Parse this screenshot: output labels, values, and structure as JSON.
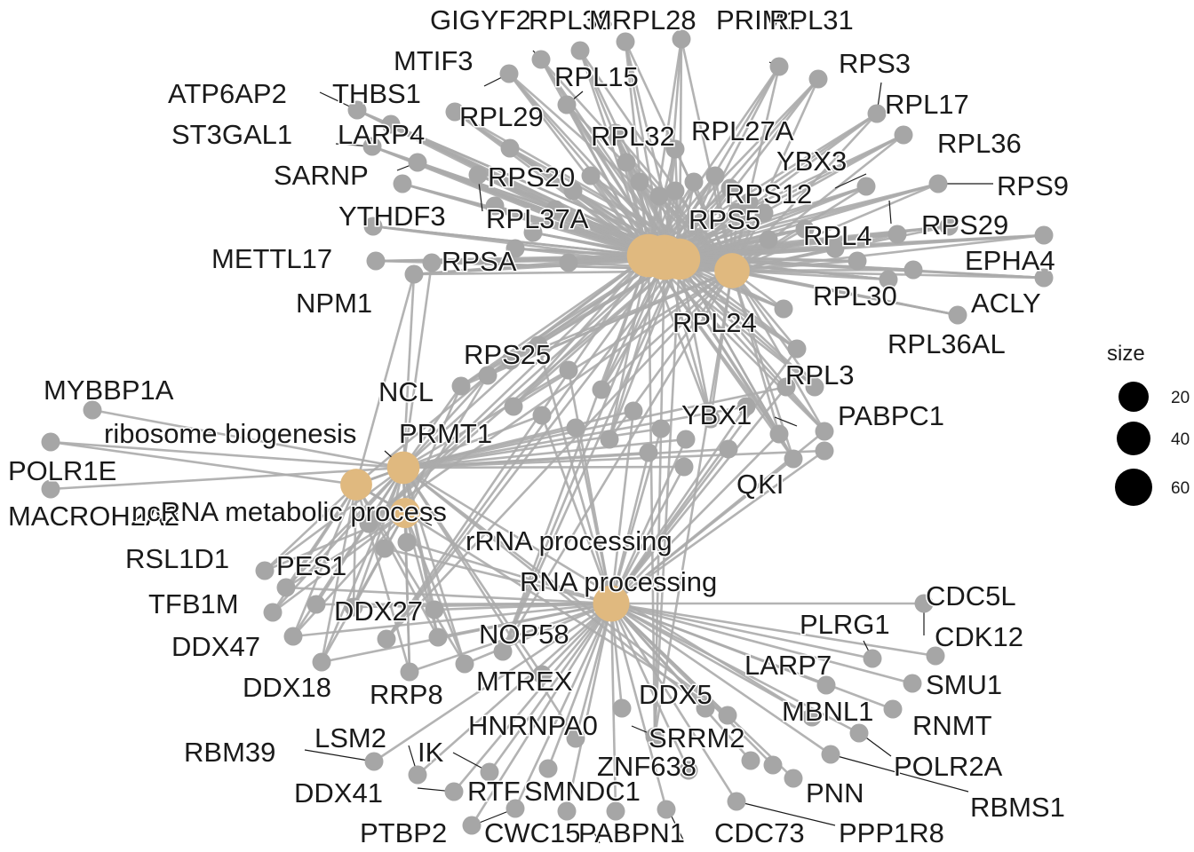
{
  "colors": {
    "edge": "#ababab",
    "gene_node": "#a6a6a6",
    "term_node": "#e0b97f",
    "legend_dot": "#000000",
    "label": "#1a1a1a"
  },
  "terms": [
    {
      "id": "T1",
      "size": 70
    },
    {
      "id": "T2",
      "size": 60
    },
    {
      "id": "T3",
      "size": 65
    },
    {
      "id": "T4",
      "size": 45
    },
    {
      "id": "ribosome biogenesis",
      "label": "ribosome biogenesis",
      "size": 38
    },
    {
      "id": "ncRNA metabolic process",
      "label": "ncRNA metabolic process",
      "size": 36
    },
    {
      "id": "rRNA processing",
      "label": "rRNA processing",
      "size": 32
    },
    {
      "id": "RNA processing",
      "label": "RNA processing",
      "size": 48
    }
  ],
  "cluster_terms": [
    "T1",
    "T2",
    "T3",
    "T4"
  ],
  "legend": {
    "title": "size",
    "entries": [
      {
        "label": "20",
        "size": 20
      },
      {
        "label": "40",
        "size": 40
      },
      {
        "label": "60",
        "size": 60
      }
    ]
  },
  "genes": [
    {
      "label": "GIGYF2",
      "terms": [
        "T1",
        "T2",
        "T3",
        "T4"
      ]
    },
    {
      "label": "RPL38",
      "terms": [
        "T1",
        "T2",
        "T3",
        "T4"
      ]
    },
    {
      "label": "MRPL28",
      "terms": [
        "T1",
        "T2",
        "T3",
        "T4"
      ]
    },
    {
      "label": "PRIM1",
      "terms": [
        "T1",
        "T2",
        "T3",
        "T4"
      ]
    },
    {
      "label": "RPL31",
      "terms": [
        "T1",
        "T2",
        "T3",
        "T4"
      ]
    },
    {
      "label": "MTIF3",
      "terms": [
        "T1",
        "T2",
        "T3",
        "T4"
      ]
    },
    {
      "label": "RPL15",
      "terms": [
        "T1",
        "T2",
        "T3",
        "T4"
      ]
    },
    {
      "label": "RPS3",
      "terms": [
        "T1",
        "T2",
        "T3",
        "T4"
      ]
    },
    {
      "label": "ATP6AP2",
      "terms": [
        "T1",
        "T2",
        "T3",
        "T4"
      ]
    },
    {
      "label": "THBS1",
      "terms": [
        "T1",
        "T2",
        "T3",
        "T4"
      ]
    },
    {
      "label": "RPL29",
      "terms": [
        "T1",
        "T2",
        "T3",
        "T4"
      ]
    },
    {
      "label": "RPL17",
      "terms": [
        "T1",
        "T2",
        "T3",
        "T4"
      ]
    },
    {
      "label": "ST3GAL1",
      "terms": [
        "T1",
        "T2",
        "T3",
        "T4"
      ]
    },
    {
      "label": "LARP4",
      "terms": [
        "T1",
        "T2",
        "T3",
        "T4"
      ]
    },
    {
      "label": "RPL32",
      "terms": [
        "T1",
        "T2",
        "T3",
        "T4"
      ]
    },
    {
      "label": "RPL27A",
      "terms": [
        "T1",
        "T2",
        "T3",
        "T4"
      ]
    },
    {
      "label": "RPL36",
      "terms": [
        "T1",
        "T2",
        "T3",
        "T4"
      ]
    },
    {
      "label": "SARNP",
      "terms": [
        "T1",
        "T2",
        "T3",
        "T4"
      ]
    },
    {
      "label": "YBX3",
      "terms": [
        "T1",
        "T2",
        "T3",
        "T4"
      ]
    },
    {
      "label": "RPS20",
      "terms": [
        "T1",
        "T2",
        "T3",
        "T4"
      ]
    },
    {
      "label": "RPS9",
      "terms": [
        "T1",
        "T2",
        "T3",
        "T4"
      ]
    },
    {
      "label": "RPS12",
      "terms": [
        "T1",
        "T2",
        "T3",
        "T4"
      ]
    },
    {
      "label": "YTHDF3",
      "terms": [
        "T1",
        "T2",
        "T3",
        "T4"
      ]
    },
    {
      "label": "RPL37A",
      "terms": [
        "T1",
        "T2",
        "T3",
        "T4"
      ]
    },
    {
      "label": "RPS5",
      "terms": [
        "T1",
        "T2",
        "T3",
        "T4"
      ]
    },
    {
      "label": "RPS29",
      "terms": [
        "T1",
        "T2",
        "T3",
        "T4"
      ]
    },
    {
      "label": "RPL4",
      "terms": [
        "T1",
        "T2",
        "T3",
        "T4"
      ]
    },
    {
      "label": "METTL17",
      "terms": [
        "T1",
        "T2",
        "T3",
        "T4"
      ]
    },
    {
      "label": "RPSA",
      "terms": [
        "T1",
        "T2",
        "T3",
        "T4",
        "ribosome biogenesis"
      ]
    },
    {
      "label": "EPHA4",
      "terms": [
        "T1",
        "T2",
        "T3",
        "T4"
      ]
    },
    {
      "label": "NPM1",
      "terms": [
        "T1",
        "T2",
        "T3",
        "T4",
        "ribosome biogenesis",
        "ncRNA metabolic process"
      ]
    },
    {
      "label": "RPL30",
      "terms": [
        "T1",
        "T2",
        "T3",
        "T4"
      ]
    },
    {
      "label": "ACLY",
      "terms": [
        "T1",
        "T2",
        "T3",
        "T4"
      ]
    },
    {
      "label": "RPL24",
      "terms": [
        "T1",
        "T2",
        "T3",
        "T4"
      ]
    },
    {
      "label": "RPL36AL",
      "terms": [
        "T1",
        "T2",
        "T3",
        "T4"
      ]
    },
    {
      "label": "RPS25",
      "terms": [
        "T1",
        "T2",
        "T3",
        "T4",
        "ribosome biogenesis",
        "rRNA processing"
      ]
    },
    {
      "label": "RPL3",
      "terms": [
        "T1",
        "T2",
        "T3",
        "T4",
        "RNA processing"
      ]
    },
    {
      "label": "MYBBP1A",
      "terms": [
        "ribosome biogenesis"
      ]
    },
    {
      "label": "NCL",
      "terms": [
        "T1",
        "T2",
        "T3",
        "T4",
        "ribosome biogenesis",
        "ncRNA metabolic process",
        "rRNA processing"
      ]
    },
    {
      "label": "PABPC1",
      "terms": [
        "T1",
        "T2",
        "T3",
        "T4",
        "RNA processing"
      ]
    },
    {
      "label": "YBX1",
      "terms": [
        "T1",
        "T2",
        "T3",
        "T4",
        "RNA processing"
      ]
    },
    {
      "label": "PRMT1",
      "terms": [
        "ribosome biogenesis",
        "RNA processing"
      ]
    },
    {
      "label": "POLR1E",
      "terms": [
        "ribosome biogenesis",
        "ncRNA metabolic process"
      ]
    },
    {
      "label": "QKI",
      "terms": [
        "T1",
        "T2",
        "T3",
        "T4",
        "RNA processing"
      ]
    },
    {
      "label": "MACROH2A2",
      "terms": [
        "ribosome biogenesis"
      ]
    },
    {
      "label": "RSL1D1",
      "terms": [
        "ribosome biogenesis",
        "ncRNA metabolic process",
        "rRNA processing"
      ]
    },
    {
      "label": "PES1",
      "terms": [
        "ribosome biogenesis",
        "ncRNA metabolic process",
        "rRNA processing",
        "RNA processing"
      ]
    },
    {
      "label": "TFB1M",
      "terms": [
        "ribosome biogenesis",
        "ncRNA metabolic process",
        "rRNA processing"
      ]
    },
    {
      "label": "DDX27",
      "terms": [
        "ribosome biogenesis",
        "ncRNA metabolic process",
        "rRNA processing",
        "RNA processing"
      ]
    },
    {
      "label": "NOP58",
      "terms": [
        "ribosome biogenesis",
        "ncRNA metabolic process",
        "rRNA processing",
        "RNA processing"
      ]
    },
    {
      "label": "DDX47",
      "terms": [
        "ribosome biogenesis",
        "ncRNA metabolic process",
        "rRNA processing",
        "RNA processing"
      ]
    },
    {
      "label": "DDX18",
      "terms": [
        "ribosome biogenesis",
        "ncRNA metabolic process",
        "rRNA processing",
        "RNA processing"
      ]
    },
    {
      "label": "RRP8",
      "terms": [
        "ribosome biogenesis",
        "ncRNA metabolic process",
        "rRNA processing",
        "RNA processing"
      ]
    },
    {
      "label": "MTREX",
      "terms": [
        "ribosome biogenesis",
        "ncRNA metabolic process",
        "rRNA processing",
        "RNA processing"
      ]
    },
    {
      "label": "CDC5L",
      "terms": [
        "RNA processing"
      ]
    },
    {
      "label": "PLRG1",
      "terms": [
        "RNA processing"
      ]
    },
    {
      "label": "CDK12",
      "terms": [
        "RNA processing"
      ]
    },
    {
      "label": "LARP7",
      "terms": [
        "RNA processing"
      ]
    },
    {
      "label": "SMU1",
      "terms": [
        "RNA processing"
      ]
    },
    {
      "label": "DDX5",
      "terms": [
        "ribosome biogenesis",
        "rRNA processing",
        "RNA processing"
      ]
    },
    {
      "label": "MBNL1",
      "terms": [
        "RNA processing"
      ]
    },
    {
      "label": "RNMT",
      "terms": [
        "RNA processing"
      ]
    },
    {
      "label": "HNRNPA0",
      "terms": [
        "RNA processing"
      ]
    },
    {
      "label": "SRRM2",
      "terms": [
        "RNA processing"
      ]
    },
    {
      "label": "POLR2A",
      "terms": [
        "RNA processing"
      ]
    },
    {
      "label": "RBM39",
      "terms": [
        "RNA processing"
      ]
    },
    {
      "label": "LSM2",
      "terms": [
        "RNA processing"
      ]
    },
    {
      "label": "IK",
      "terms": [
        "RNA processing"
      ]
    },
    {
      "label": "ZNF638",
      "terms": [
        "RNA processing"
      ]
    },
    {
      "label": "PNN",
      "terms": [
        "RNA processing"
      ]
    },
    {
      "label": "RBMS1",
      "terms": [
        "RNA processing"
      ]
    },
    {
      "label": "DDX41",
      "terms": [
        "RNA processing"
      ]
    },
    {
      "label": "RTF",
      "terms": [
        "RNA processing"
      ]
    },
    {
      "label": "SMNDC1",
      "terms": [
        "RNA processing"
      ]
    },
    {
      "label": "PTBP2",
      "terms": [
        "RNA processing"
      ]
    },
    {
      "label": "CWC15",
      "terms": [
        "RNA processing"
      ]
    },
    {
      "label": "PABPN1",
      "terms": [
        "RNA processing"
      ]
    },
    {
      "label": "CDC73",
      "terms": [
        "RNA processing"
      ]
    },
    {
      "label": "PPP1R8",
      "terms": [
        "RNA processing"
      ]
    }
  ]
}
